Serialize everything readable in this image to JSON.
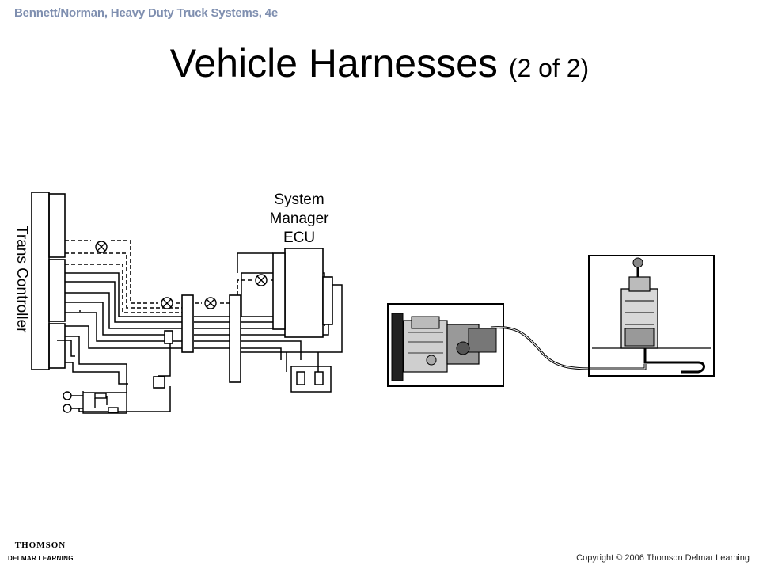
{
  "header": {
    "book_title": "Bennett/Norman, Heavy Duty Truck Systems, 4e"
  },
  "slide": {
    "title_main": "Vehicle Harnesses",
    "title_sub": "(2 of 2)"
  },
  "diagram": {
    "labels": {
      "trans_controller": "Trans Controller",
      "ecu_line1": "System",
      "ecu_line2": "Manager",
      "ecu_line3": "ECU"
    }
  },
  "footer": {
    "logo_line1": "THOMSON",
    "logo_line2": "DELMAR LEARNING",
    "copyright": "Copyright © 2006 Thomson Delmar Learning"
  }
}
